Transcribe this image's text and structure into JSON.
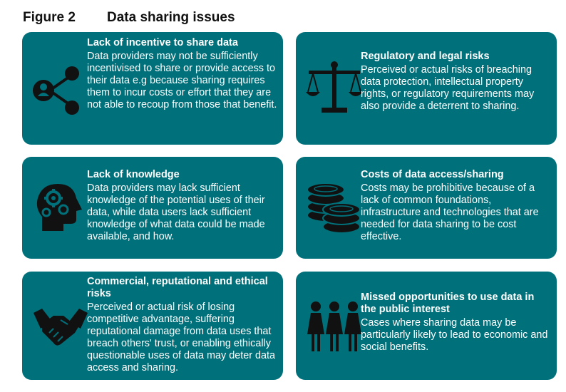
{
  "figure": {
    "number": "Figure 2",
    "title": "Data sharing issues"
  },
  "colors": {
    "card_background": "#00707a",
    "card_text": "#ffffff",
    "icon": "#111111"
  },
  "cards": [
    {
      "icon": "share-network-icon",
      "title": "Lack of incentive to share data",
      "body": "Data providers may not be sufficiently incentivised to share or provide access to their data e.g because sharing requires them to incur costs or effort that they are not able to recoup from those that benefit."
    },
    {
      "icon": "scales-icon",
      "title": "Regulatory and legal risks",
      "body": "Perceived or actual risks of breaching data protection, intellectual property rights, or regulatory requirements may also provide a deterrent to sharing."
    },
    {
      "icon": "head-gears-icon",
      "title": "Lack of knowledge",
      "body": "Data providers may lack sufficient knowledge of the potential uses of their data, while data users lack sufficient knowledge of what data could be made available, and how."
    },
    {
      "icon": "coins-icon",
      "title": "Costs of data access/sharing",
      "body": "Costs may be prohibitive because of a lack of common foundations, infrastructure and technologies that are needed for data sharing to be cost effective."
    },
    {
      "icon": "handshake-icon",
      "title": "Commercial, reputational and ethical risks",
      "body": "Perceived or actual risk of losing competitive advantage, suffering reputational damage from data uses that breach others' trust, or enabling ethically questionable uses of data may deter data access and sharing."
    },
    {
      "icon": "people-group-icon",
      "title": "Missed opportunities to use data in the public interest",
      "body": "Cases where sharing data may be particularly likely to lead to economic and social benefits."
    }
  ]
}
